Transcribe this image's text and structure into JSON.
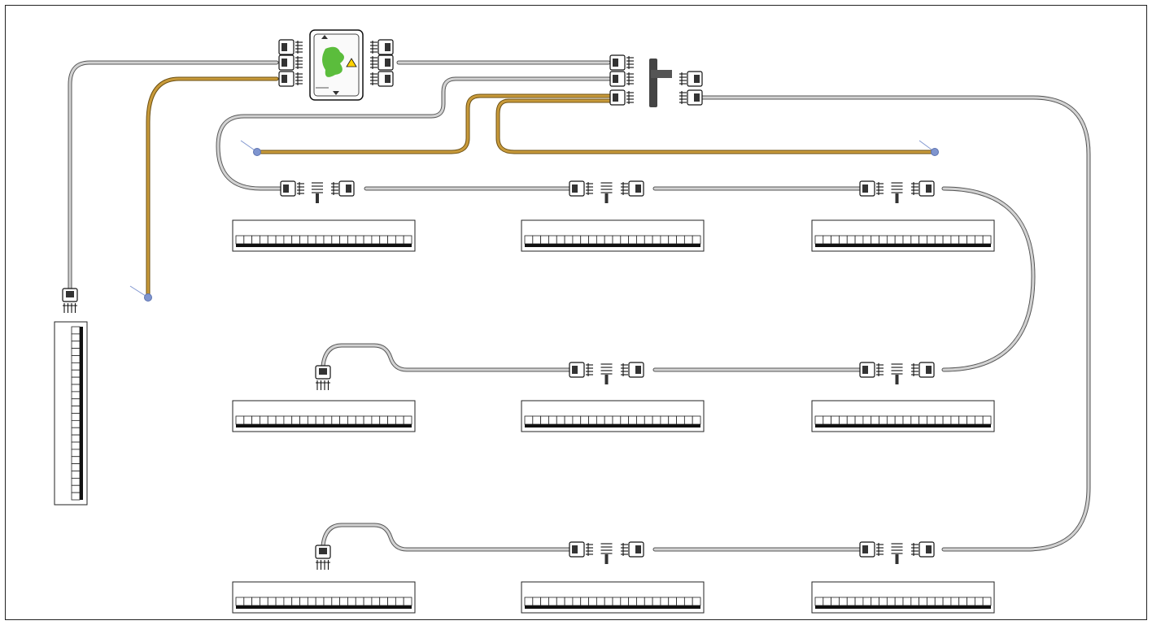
{
  "diagram": {
    "type": "wiring-layout",
    "colors": {
      "background": "#ffffff",
      "gray_cable": "#d2d2d2",
      "gold_cable": "#c89a3a",
      "endpoint": "#7f95cf",
      "logo": "#5bbd3c"
    },
    "panels": [
      {
        "orientation": "vertical",
        "cells": 24
      },
      {
        "orientation": "horizontal",
        "cells": 22
      },
      {
        "orientation": "horizontal",
        "cells": 22
      },
      {
        "orientation": "horizontal",
        "cells": 22
      },
      {
        "orientation": "horizontal",
        "cells": 22
      },
      {
        "orientation": "horizontal",
        "cells": 22
      },
      {
        "orientation": "horizontal",
        "cells": 22
      },
      {
        "orientation": "horizontal",
        "cells": 22
      },
      {
        "orientation": "horizontal",
        "cells": 22
      },
      {
        "orientation": "horizontal",
        "cells": 22
      }
    ],
    "endpoints": 3,
    "controller": {
      "icon": "controller-box-icon"
    },
    "splitter": {
      "icon": "splitter-icon"
    }
  }
}
